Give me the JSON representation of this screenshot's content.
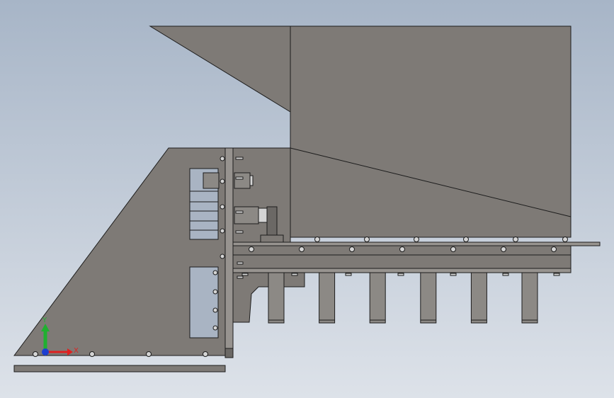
{
  "colors": {
    "background_top": "#a7b5c7",
    "background_bottom": "#dde2e9",
    "part_fill": "#7e7a76",
    "part_fill_dark": "#6b6865",
    "part_fill_light": "#97938f",
    "edge": "#1c1c1c",
    "rod_fill": "#8c8985",
    "window_fill": "#a9b4c3",
    "bolt_fill": "#d4d4d4",
    "axis_x": "#e02020",
    "axis_y": "#20b030",
    "axis_z": "#1d3fd0"
  },
  "view_triad": {
    "x_label": "X",
    "y_label": "Y",
    "x_icon": "x-axis-arrow-icon",
    "y_icon": "y-axis-arrow-icon",
    "z_icon": "z-axis-origin-icon"
  },
  "rods": {
    "count": 6
  },
  "icons": [
    "bolt-head-icon",
    "pneumatic-cylinder-icon"
  ]
}
